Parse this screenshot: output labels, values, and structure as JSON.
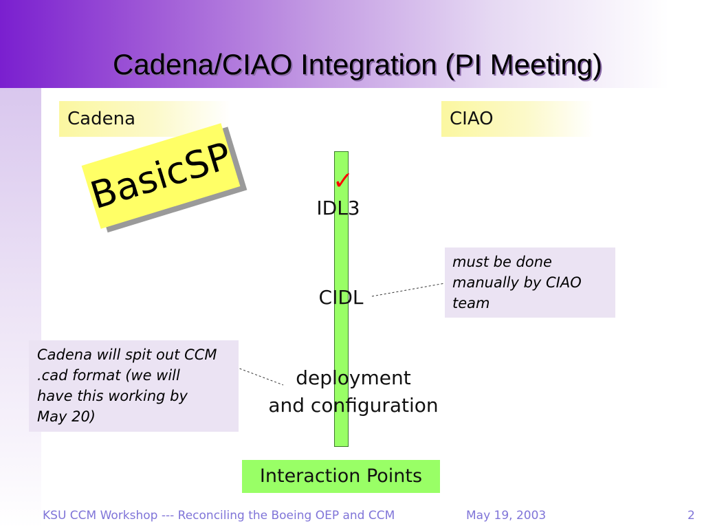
{
  "slide": {
    "title": "Cadena/CIAO Integration (PI Meeting)"
  },
  "labels": {
    "cadena": "Cadena",
    "ciao": "CIAO"
  },
  "stamp": {
    "text": "BasicSP"
  },
  "timeline": {
    "check_glyph": "✓",
    "steps": [
      "IDL3",
      "CIDL",
      "deployment",
      "and configuration"
    ],
    "caption": "Interaction Points"
  },
  "notes": {
    "ciao_note_lines": [
      "must be done",
      "manually by CIAO",
      "team"
    ],
    "cadena_note_lines": [
      "Cadena will spit out CCM",
      ".cad format (we will",
      "have this working by",
      "May 20)"
    ]
  },
  "footer": {
    "left": "KSU CCM Workshop --- Reconciling the Boeing OEP and CCM",
    "date": "May 19, 2003",
    "page": "2"
  },
  "colors": {
    "header_gradient_start": "#7a1fcf",
    "label_fill": "#fbf7a0",
    "stamp_fill": "#ffff66",
    "bar_fill": "#99ff66",
    "note_fill": "#ebe3f3",
    "check": "#ff0000",
    "footer_text": "#7f74d8"
  },
  "icons": {
    "check": "checkmark-icon"
  }
}
